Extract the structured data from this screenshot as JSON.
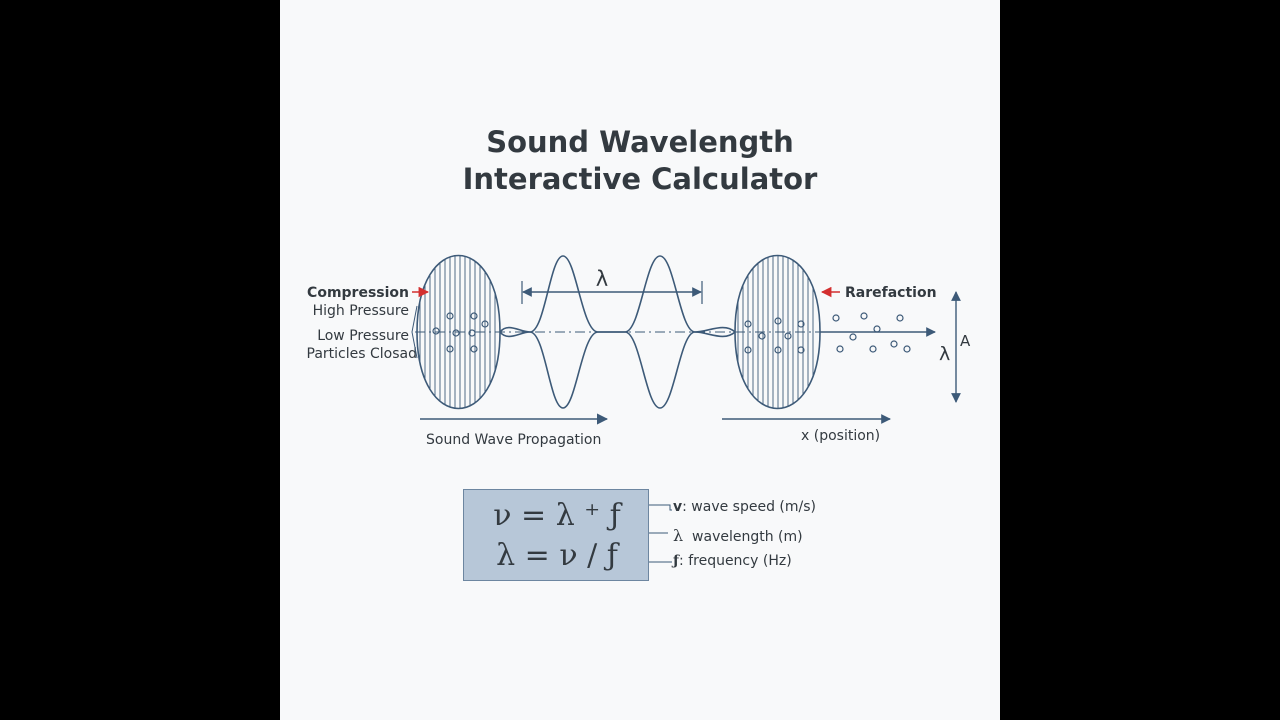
{
  "title": {
    "line1": "Sound Wavelength",
    "line2": "Interactive Calculator"
  },
  "diagram": {
    "compression_label": "Compression",
    "high_pressure_label": "High Pressure",
    "low_pressure_label": "Low Pressure",
    "particles_label": "Particles Closad",
    "rarefaction_label": "Rarefaction",
    "wavelength_symbol": "λ",
    "wavelength_symbol_right": "λ",
    "amplitude_label": "A",
    "propagation_label": "Sound Wave Propagation",
    "position_label": "x (position)"
  },
  "formula": {
    "eq1": "ν = λ ⁺ ƒ",
    "eq2": "λ = ν / ƒ"
  },
  "legend": {
    "v_symbol": "v",
    "v_text": ": wave speed (m/s)",
    "lambda_symbol": "λ",
    "lambda_text": "wavelength (m)",
    "f_symbol": "ƒ",
    "f_text": ": frequency (Hz)"
  },
  "colors": {
    "line": "#3d5a78",
    "arrow_accent": "#d32f2f",
    "box_fill": "#b7c7d8",
    "text": "#333a40"
  },
  "icons": [
    "red-arrow-icon",
    "double-arrow-icon",
    "propagation-arrow-icon"
  ]
}
